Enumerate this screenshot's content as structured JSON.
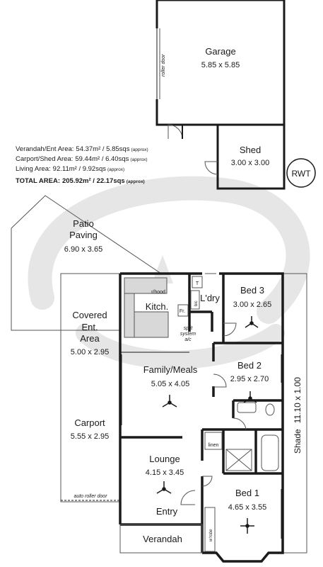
{
  "areas": {
    "verandah": {
      "label": "Verandah/Ent Area:",
      "value": "54.37m² / 5.85sqs",
      "note": "(approx)"
    },
    "carport_shed": {
      "label": "Carport/Shed Area:",
      "value": "59.44m² / 6.40sqs",
      "note": "(approx)"
    },
    "living": {
      "label": "Living Area:",
      "value": "92.11m² / 9.92sqs",
      "note": "(approx)"
    },
    "total": {
      "label": "TOTAL AREA:",
      "value": "205.92m² / 22.17sqs",
      "note": "(approx)"
    }
  },
  "badge": "RWT",
  "rooms": {
    "garage": {
      "name": "Garage",
      "dims": "5.85 x 5.85"
    },
    "shed": {
      "name": "Shed",
      "dims": "3.00 x 3.00"
    },
    "patio": {
      "name1": "Patio",
      "name2": "Paving",
      "dims": "6.90 x 3.65"
    },
    "covered": {
      "name1": "Covered",
      "name2": "Ent.",
      "name3": "Area",
      "dims": "5.00 x 2.95"
    },
    "carport": {
      "name": "Carport",
      "dims": "5.55 x 2.95"
    },
    "kitchen": {
      "name": "Kitch."
    },
    "laundry": {
      "name": "L'dry"
    },
    "bed3": {
      "name": "Bed 3",
      "dims": "3.00 x 2.65"
    },
    "family": {
      "name": "Family/Meals",
      "dims": "5.05 x 4.05"
    },
    "bed2": {
      "name": "Bed 2",
      "dims": "2.95 x 2.70"
    },
    "lounge": {
      "name": "Lounge",
      "dims": "4.15 x 3.45"
    },
    "bed1": {
      "name": "Bed 1",
      "dims": "4.65 x 3.55"
    },
    "entry": {
      "name": "Entry"
    },
    "verandah": {
      "name": "Verandah"
    },
    "shade": {
      "name": "Shade",
      "dims": "11.10 x 1.00"
    }
  },
  "fixtures": {
    "roller_door": "roller door",
    "auto_roller_door": "auto roller door",
    "rhood": "r/hood",
    "fridge": "Fr.",
    "linen": "linen",
    "wrobe": "w'robe",
    "tub": "T",
    "bic": "bic",
    "split1": "split",
    "split2": "system",
    "split3": "a/c"
  }
}
